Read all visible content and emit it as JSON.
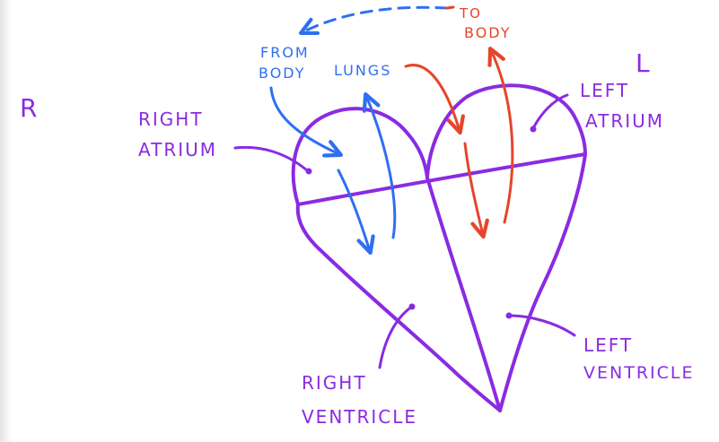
{
  "labels": {
    "side_right": "R",
    "side_left": "L",
    "right_atrium": [
      "RIGHT",
      "ATRIUM"
    ],
    "left_atrium": [
      "LEFT",
      "ATRIUM"
    ],
    "right_ventricle": [
      "RIGHT",
      "VENTRICLE"
    ],
    "left_ventricle": [
      "LEFT",
      "VENTRICLE"
    ],
    "from_body": [
      "FROM",
      "BODY"
    ],
    "lungs": "LUNGS",
    "to_body": [
      "TO",
      "BODY"
    ]
  },
  "colors": {
    "heart": "#8a2be2",
    "deoxygenated_flow": "#2f6ff0",
    "oxygenated_flow": "#e5452b"
  }
}
